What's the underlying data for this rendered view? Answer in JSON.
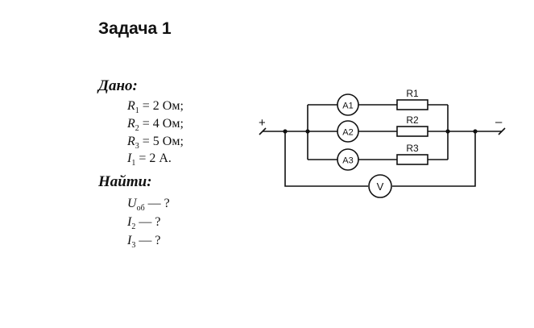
{
  "problem": {
    "title": "Задача 1",
    "given": {
      "heading": "Дано:",
      "items": [
        {
          "symbol": "R",
          "index": "1",
          "rest": " = 2 Ом;"
        },
        {
          "symbol": "R",
          "index": "2",
          "rest": " = 4 Ом;"
        },
        {
          "symbol": "R",
          "index": "3",
          "rest": " = 5 Ом;"
        },
        {
          "symbol": "I",
          "index": "1",
          "rest": " = 2 А."
        }
      ]
    },
    "find": {
      "heading": "Найти:",
      "items": [
        {
          "symbol": "U",
          "index": "об",
          "rest": " — ?"
        },
        {
          "symbol": "I",
          "index": "2",
          "rest": " — ?"
        },
        {
          "symbol": "I",
          "index": "3",
          "rest": " — ?"
        }
      ]
    }
  },
  "circuit": {
    "plus_label": "+",
    "minus_label": "–",
    "voltmeter_label": "V",
    "branches": [
      {
        "ammeter": "A1",
        "resistor": "R1"
      },
      {
        "ammeter": "A2",
        "resistor": "R2"
      },
      {
        "ammeter": "A3",
        "resistor": "R3"
      }
    ]
  }
}
